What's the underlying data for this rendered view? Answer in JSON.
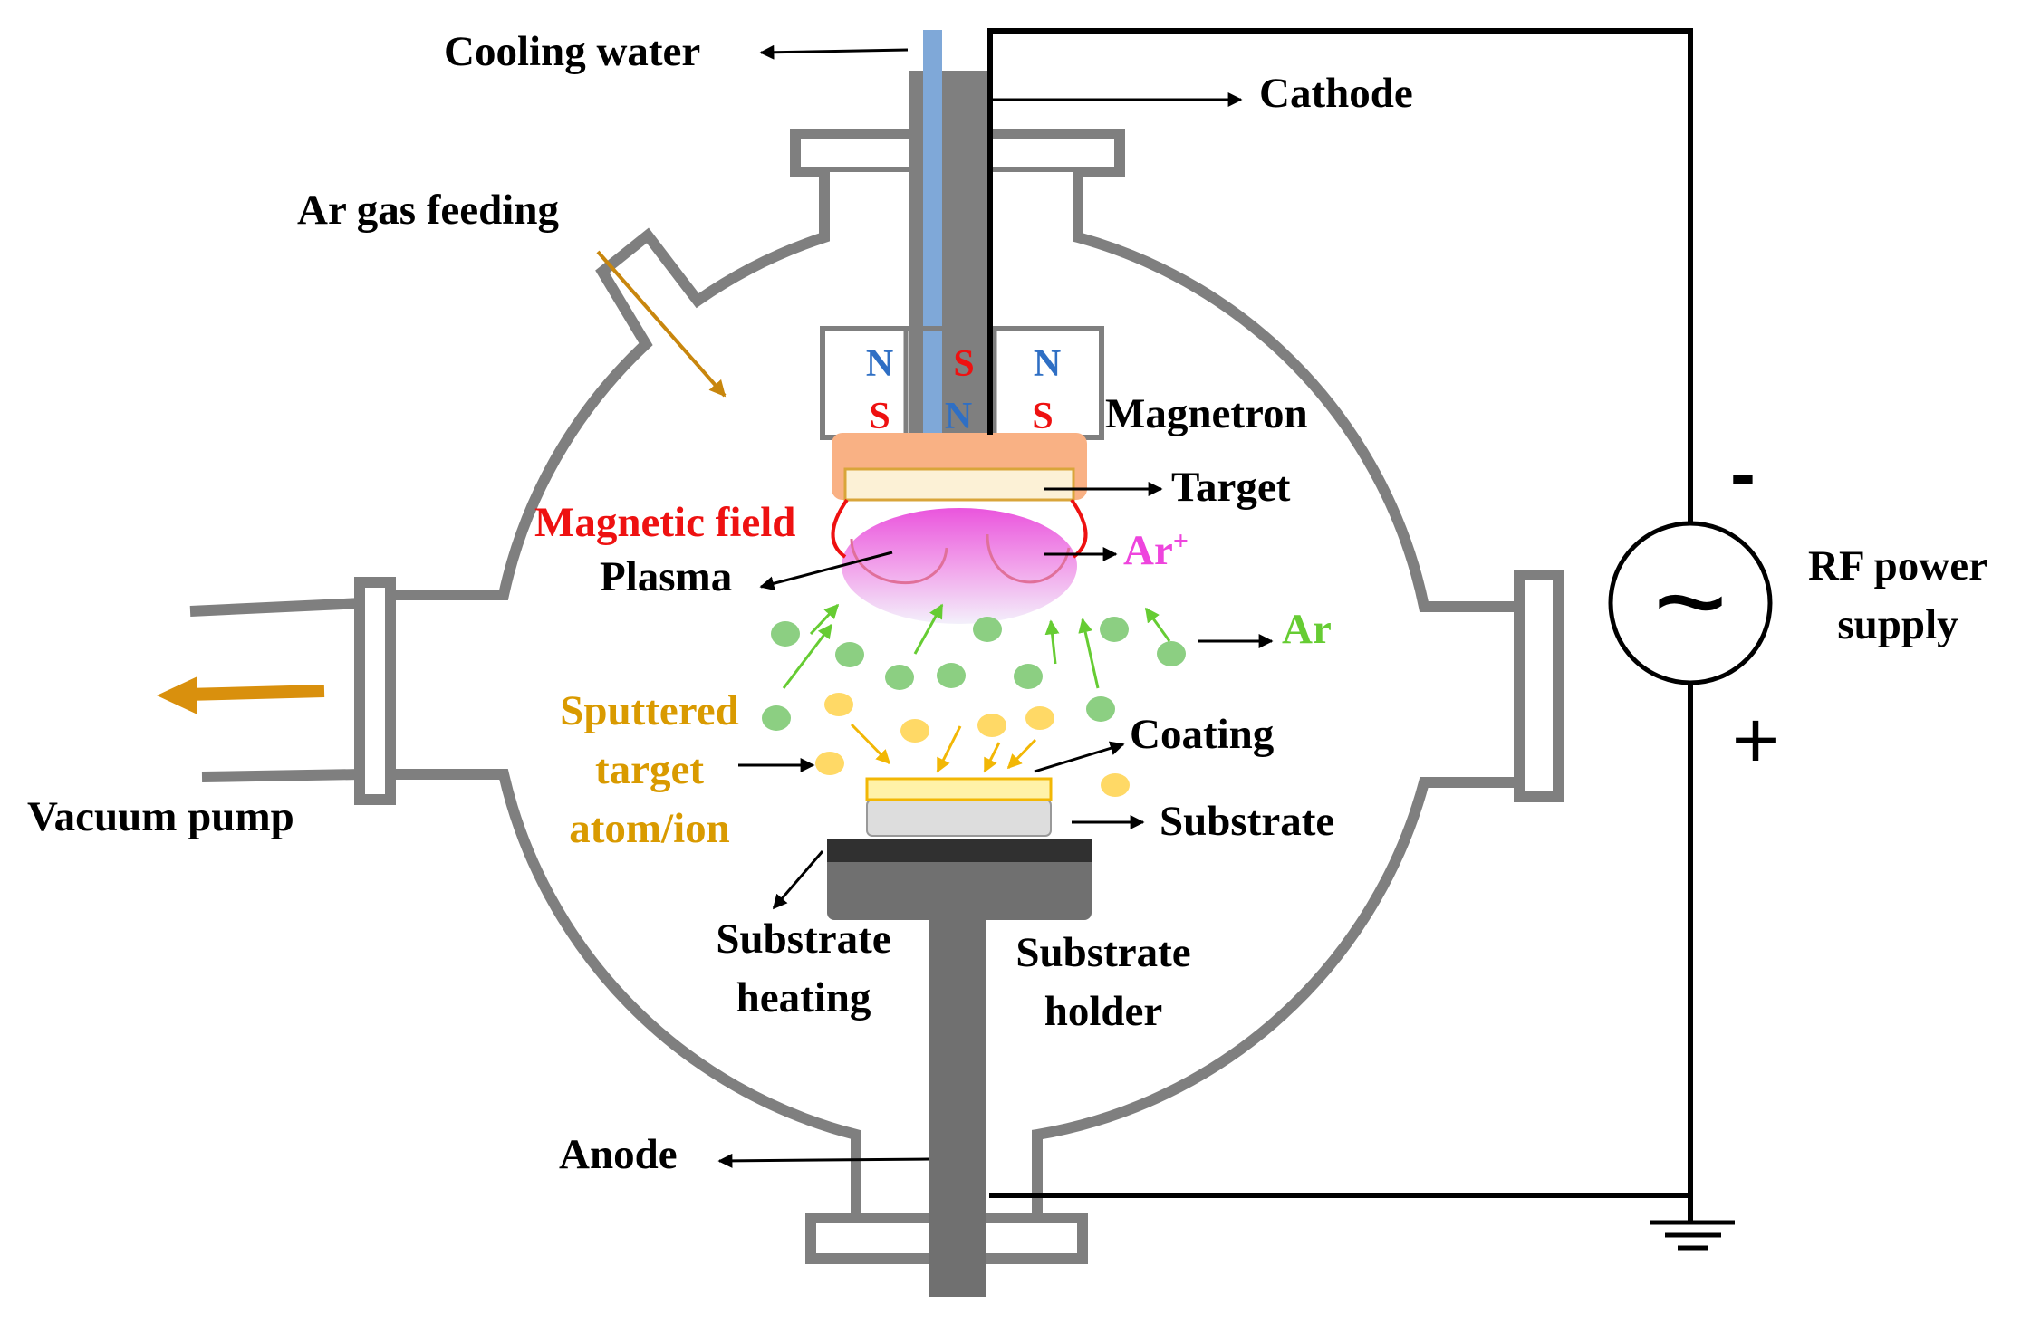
{
  "colors": {
    "chamber": "#7f7f7f",
    "coolingPipe": "#7fa8d8",
    "wire": "#000000",
    "targetPlate": "#f9b184",
    "targetFace": "#fcf1d6",
    "plasma": "#ea55dd",
    "magneticField": "#ee1111",
    "argonAtom": "#8ccf82",
    "argonArrow": "#66cc33",
    "sputteredAtom": "#ffd966",
    "sputteredArrow": "#f2b705",
    "sputteredLabel": "#d99a00",
    "coating": "#fff2a8",
    "substrate": "#dddddd",
    "holder": "#707070",
    "heater": "#303030",
    "pumpArrow": "#d9900d",
    "gasArrow": "#c8860d",
    "magnetNorth": "#2f6fc4",
    "magnetSouth": "#ee1111",
    "argonIon": "#ee44dd",
    "argonLabel": "#66cc33"
  },
  "labels": {
    "cooling_water": "Cooling water",
    "cathode": "Cathode",
    "ar_gas_feeding": "Ar gas feeding",
    "magnetron": "Magnetron",
    "target": "Target",
    "magnetic_field": "Magnetic field",
    "plasma": "Plasma",
    "ar_ion_base": "Ar",
    "ar_ion_sup": "+",
    "ar": "Ar",
    "sputtered_line1": "Sputtered",
    "sputtered_line2": "target",
    "sputtered_line3": "atom/ion",
    "coating": "Coating",
    "substrate": "Substrate",
    "vacuum_pump": "Vacuum pump",
    "substrate_heating_line1": "Substrate",
    "substrate_heating_line2": "heating",
    "substrate_holder_line1": "Substrate",
    "substrate_holder_line2": "holder",
    "anode": "Anode",
    "rf_power_line1": "RF power",
    "rf_power_line2": "supply",
    "minus": "-",
    "plus": "+",
    "ac_symbol": "~"
  },
  "magnets": {
    "left_top": "N",
    "left_bottom": "S",
    "center_top": "S",
    "center_bottom": "N",
    "right_top": "N",
    "right_bottom": "S"
  },
  "icons": {
    "ac_source": "ac-source-icon",
    "ground": "ground-icon",
    "pump_arrow": "arrow-left-icon",
    "gas_arrow": "arrow-down-right-icon"
  }
}
